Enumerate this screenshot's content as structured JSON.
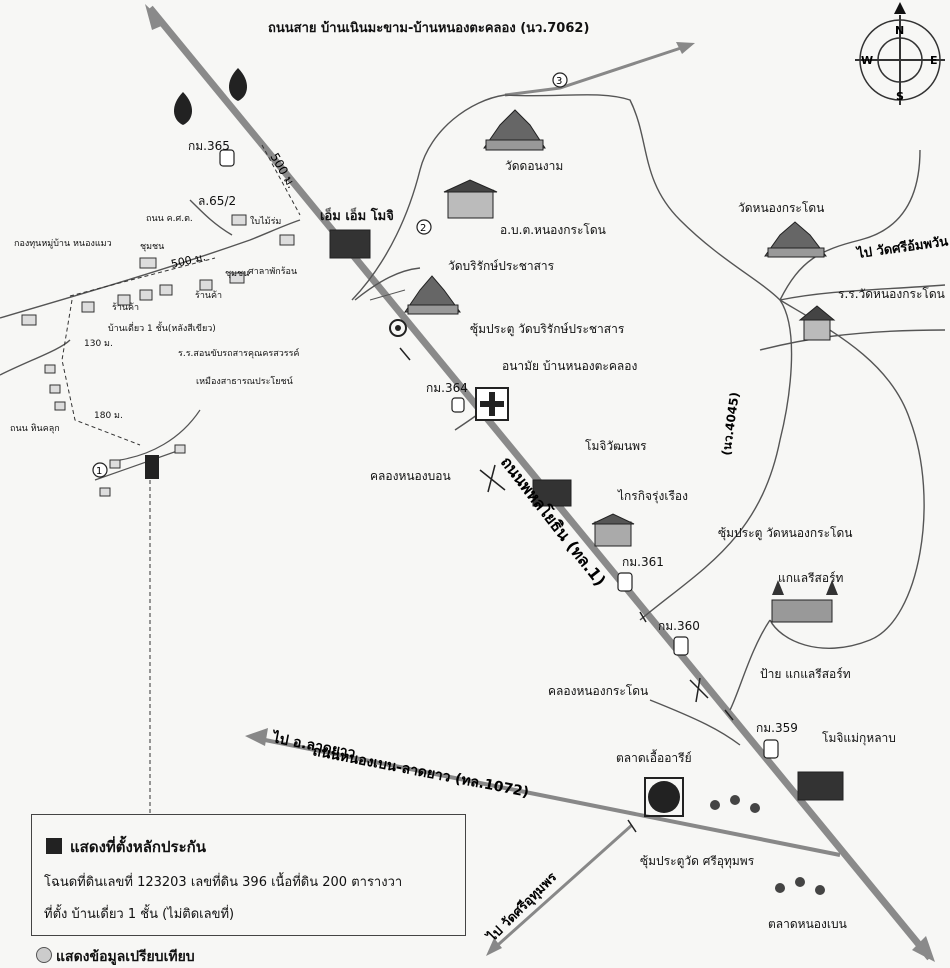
{
  "roads": {
    "top_road": "ถนนสาย บ้านเนินมะขาม-บ้านหนองตะคลอง (นว.7062)",
    "main_highway": "ถนนพหลโยธิน (ทล.1)",
    "bottom_road": "ถนนหนองเบน-ลาดยาว (ทล.1072)",
    "road_4045": "(นว.4045)",
    "to_wat_sri_om": "ไป วัดศรีอ้มพวัน",
    "to_lat_yao": "ไป อ.ลาดยาว",
    "to_wat_sri_uthumphon": "ไป วัดศรีอุทุมพร",
    "road_kat": "ถนน ค.ศ.ต.",
    "road_hin_khluk": "ถนน หินคลุก"
  },
  "km_markers": {
    "km365": "กม.365",
    "km364": "กม.364",
    "km361": "กม.361",
    "km360": "กม.360",
    "km359": "กม.359"
  },
  "places": {
    "wat_don_ngam": "วัดดอนงาม",
    "obt": "อ.บ.ต.หนองกระโดน",
    "em_em_motel": "เอ็ม เอ็ม โมจิ",
    "wat_borirak": "วัดบริรักษ์ประชาสาร",
    "gate_wat_borirak": "ซุ้มประตู วัดบริรักษ์ประชาสาร",
    "school_sorn": "ร.ร.สอนขับรถสารคุณครสวรรค์",
    "health_center": "อนามัย บ้านหนองตะคลอง",
    "khlong_nong_bon": "คลองหนองบอน",
    "motel_wattana": "โมจิวัฒนพร",
    "kaikit": "ไกรกิจรุ่งเรือง",
    "gate_wat_nong_kradon": "ซุ้มประตู วัดหนองกระโดน",
    "kaeree_resort": "แกแลรีสอร์ท",
    "kaeree_sign": "ป้าย แกแลรีสอร์ท",
    "khlong_nong_kradon": "คลองหนองกระโดน",
    "market_chuea": "ตลาดเอื้ออารีย์",
    "motel_mae_kulab": "โมจิแม่กุหลาบ",
    "gate_wat_sri": "ซุ้มประตูวัด ศรีอุทุมพร",
    "market_nong_ben": "ตลาดหนองเบน",
    "wat_nong_kradon": "วัดหนองกระโดน",
    "school_wat_nong_kradon": "ร.ร.วัดหนองกระโดน",
    "fund_village": "กองทุนหมู่บ้าน หนองแมว",
    "community": "ชุมชน",
    "shop1": "ร้านค้า",
    "shop2": "ร้านค้า",
    "shop3": "ชุมชน",
    "sala": "ศาลาพักร้อน",
    "house_1storey": "บ้านเดี่ยว 1 ชั้น(หลังสีเขียว)",
    "ditch": "เหมืองสาธารณประโยชน์",
    "l65": "ล.65/2",
    "bridge_label": "ใบไม้ร่ม"
  },
  "distances": {
    "d500a": "500 ม.",
    "d500b": "500 ม.",
    "d130": "130 ม.",
    "d180": "180 ม."
  },
  "circled_numbers": [
    "1",
    "2",
    "3"
  ],
  "compass": {
    "n": "N",
    "s": "S",
    "e": "E",
    "w": "W"
  },
  "legend": {
    "title": "แสดงที่ตั้งหลักประกัน",
    "line1": "โฉนดที่ดินเลขที่ 123203 เลขที่ดิน 396 เนื้อที่ดิน 200  ตารางวา",
    "line2": "ที่ตั้ง บ้านเดี่ยว 1 ชั้น (ไม่ติดเลขที่)",
    "compare": "แสดงข้อมูลเปรียบเทียบ"
  }
}
